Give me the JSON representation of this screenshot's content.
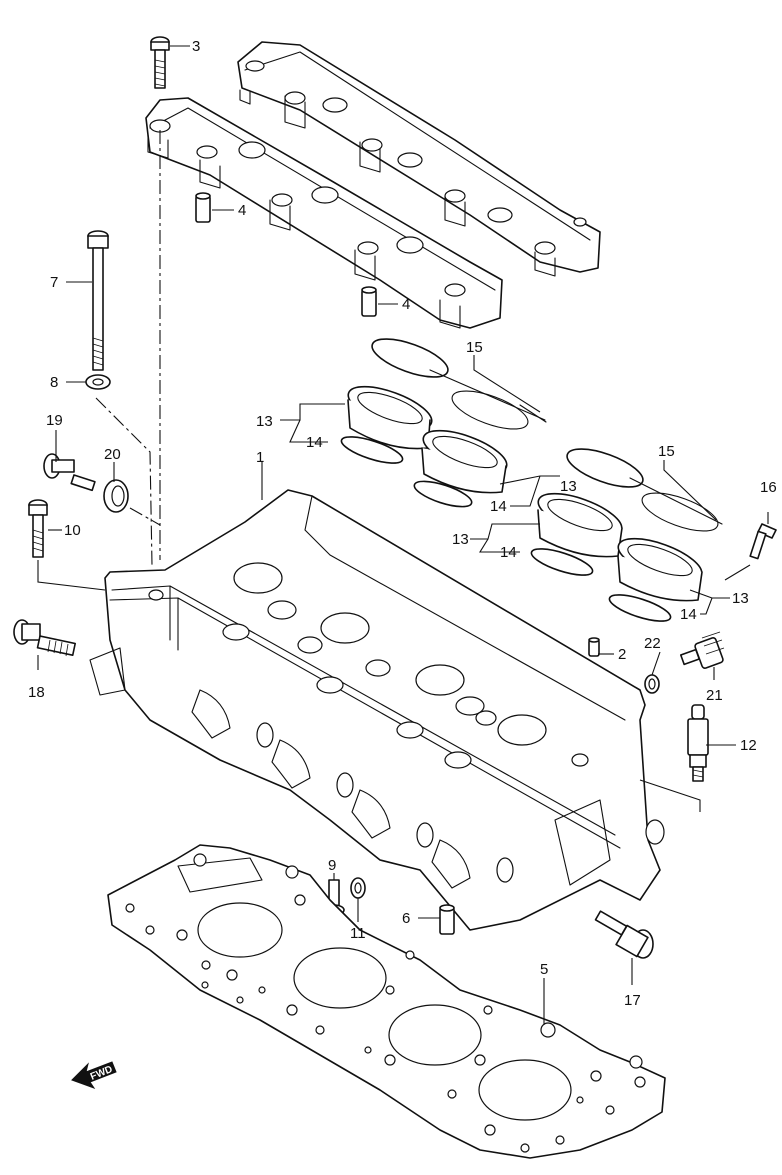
{
  "diagram": {
    "style": {
      "line_color": "#111111",
      "background": "#ffffff"
    },
    "fwd_label": "FWD",
    "callouts": [
      {
        "id": "c1",
        "text": "1"
      },
      {
        "id": "c2",
        "text": "2"
      },
      {
        "id": "c3",
        "text": "3"
      },
      {
        "id": "c4a",
        "text": "4"
      },
      {
        "id": "c4b",
        "text": "4"
      },
      {
        "id": "c5",
        "text": "5"
      },
      {
        "id": "c6",
        "text": "6"
      },
      {
        "id": "c7",
        "text": "7"
      },
      {
        "id": "c8",
        "text": "8"
      },
      {
        "id": "c9",
        "text": "9"
      },
      {
        "id": "c10",
        "text": "10"
      },
      {
        "id": "c11",
        "text": "11"
      },
      {
        "id": "c12",
        "text": "12"
      },
      {
        "id": "c13a",
        "text": "13"
      },
      {
        "id": "c13b",
        "text": "13"
      },
      {
        "id": "c13c",
        "text": "13"
      },
      {
        "id": "c13d",
        "text": "13"
      },
      {
        "id": "c14a",
        "text": "14"
      },
      {
        "id": "c14b",
        "text": "14"
      },
      {
        "id": "c14c",
        "text": "14"
      },
      {
        "id": "c14d",
        "text": "14"
      },
      {
        "id": "c15a",
        "text": "15"
      },
      {
        "id": "c15b",
        "text": "15"
      },
      {
        "id": "c16",
        "text": "16"
      },
      {
        "id": "c17",
        "text": "17"
      },
      {
        "id": "c18",
        "text": "18"
      },
      {
        "id": "c19",
        "text": "19"
      },
      {
        "id": "c20",
        "text": "20"
      },
      {
        "id": "c21",
        "text": "21"
      },
      {
        "id": "c22",
        "text": "22"
      }
    ]
  }
}
